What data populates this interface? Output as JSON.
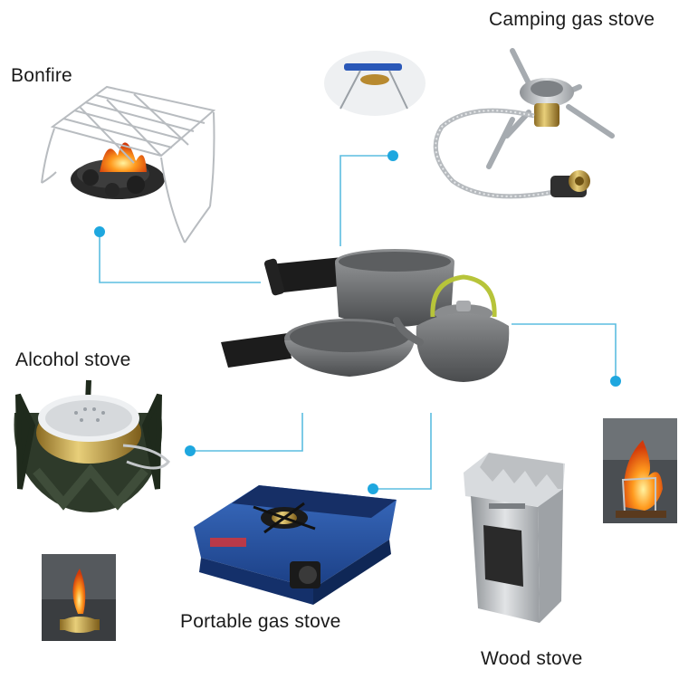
{
  "labels": {
    "camping_gas_stove": "Camping gas stove",
    "bonfire": "Bonfire",
    "alcohol_stove": "Alcohol stove",
    "portable_gas_stove": "Portable gas stove",
    "wood_stove": "Wood stove"
  },
  "colors": {
    "connector": "#5bbde0",
    "connector_dot": "#1ea7df",
    "cookware": "#6a6c6e",
    "handle": "#1c1c1c",
    "kettle_handle": "#b7c43a",
    "stove_blue": "#2456a8",
    "brass": "#c9a650",
    "steel": "#c4c7ca"
  },
  "icons": [
    "bonfire-grill-icon",
    "camping-gas-stove-icon",
    "cookware-set-icon",
    "alcohol-stove-icon",
    "portable-gas-stove-icon",
    "wood-stove-icon"
  ]
}
